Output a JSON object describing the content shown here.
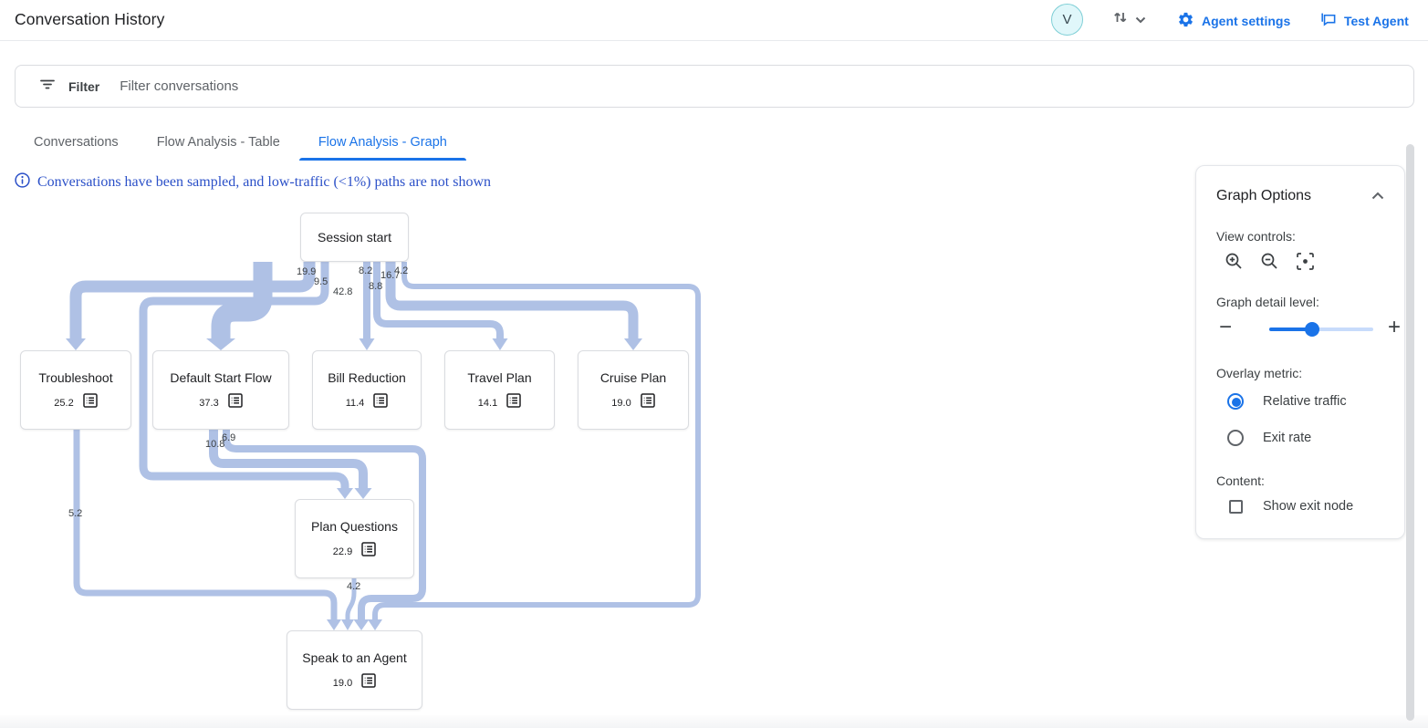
{
  "header": {
    "title": "Conversation History",
    "avatar_letter": "V",
    "agent_settings_label": "Agent settings",
    "test_agent_label": "Test Agent"
  },
  "filter": {
    "label": "Filter",
    "placeholder": "Filter conversations"
  },
  "tabs": [
    {
      "label": "Conversations",
      "active": false
    },
    {
      "label": "Flow Analysis - Table",
      "active": false
    },
    {
      "label": "Flow Analysis - Graph",
      "active": true
    }
  ],
  "notice": "Conversations have been sampled, and low-traffic (<1%) paths are not shown",
  "graph": {
    "nodes": [
      {
        "label": "Session start",
        "value": null
      },
      {
        "label": "Troubleshoot",
        "value": "25.2"
      },
      {
        "label": "Default Start Flow",
        "value": "37.3"
      },
      {
        "label": "Bill Reduction",
        "value": "11.4"
      },
      {
        "label": "Travel Plan",
        "value": "14.1"
      },
      {
        "label": "Cruise Plan",
        "value": "19.0"
      },
      {
        "label": "Plan Questions",
        "value": "22.9"
      },
      {
        "label": "Speak to an Agent",
        "value": "19.0"
      }
    ],
    "edges": [
      {
        "from": "Session start",
        "to": "Troubleshoot",
        "value": "19.9"
      },
      {
        "from": "Session start",
        "to": "Plan Questions",
        "value": "9.5"
      },
      {
        "from": "Session start",
        "to": "Default Start Flow",
        "value": "42.8"
      },
      {
        "from": "Session start",
        "to": "Bill Reduction",
        "value": "8.2"
      },
      {
        "from": "Session start",
        "to": "Travel Plan",
        "value": "8.8"
      },
      {
        "from": "Session start",
        "to": "Cruise Plan",
        "value": "16.7"
      },
      {
        "from": "Session start",
        "to": "Speak to an Agent",
        "value": "4.2"
      },
      {
        "from": "Default Start Flow",
        "to": "Plan Questions",
        "value": "10.8"
      },
      {
        "from": "Default Start Flow",
        "to": "Speak to an Agent",
        "value": "6.9"
      },
      {
        "from": "Troubleshoot",
        "to": "Speak to an Agent",
        "value": "5.2"
      },
      {
        "from": "Plan Questions",
        "to": "Speak to an Agent",
        "value": "4.2"
      }
    ],
    "overlay_metric_shown": "Relative traffic"
  },
  "graph_options": {
    "title": "Graph Options",
    "view_controls_label": "View controls:",
    "detail_label": "Graph detail level:",
    "detail_percent": 41,
    "overlay_label": "Overlay metric:",
    "overlay_options": [
      {
        "label": "Relative traffic",
        "selected": true
      },
      {
        "label": "Exit rate",
        "selected": false
      }
    ],
    "content_label": "Content:",
    "show_exit_node_label": "Show exit node",
    "show_exit_node_checked": false
  },
  "colors": {
    "accent": "#1a73e8",
    "edge": "#afc1e5",
    "notice_text": "#2b50c8",
    "avatar_ring": "#7fcfd6",
    "avatar_bg": "#e0f7fa"
  }
}
